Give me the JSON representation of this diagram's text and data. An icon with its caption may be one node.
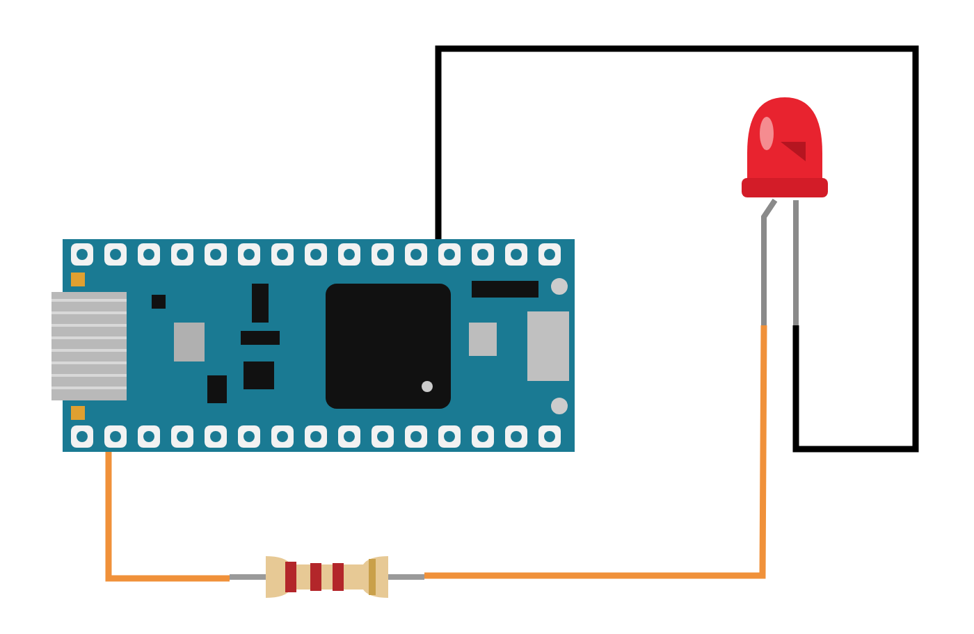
{
  "diagram": {
    "nodes": [
      {
        "text": [],
        "shape": "picture"
      },
      {
        "text": [],
        "shape": "picture"
      },
      {
        "text": [],
        "shape": "picture"
      }
    ],
    "edges": [
      {
        "from": 0,
        "to": 1,
        "arrow": "none",
        "color": "#000000"
      },
      {
        "from": 0,
        "to": 2,
        "arrow": "none"
      },
      {
        "from": 2,
        "to": 1,
        "arrow": "none"
      }
    ]
  }
}
